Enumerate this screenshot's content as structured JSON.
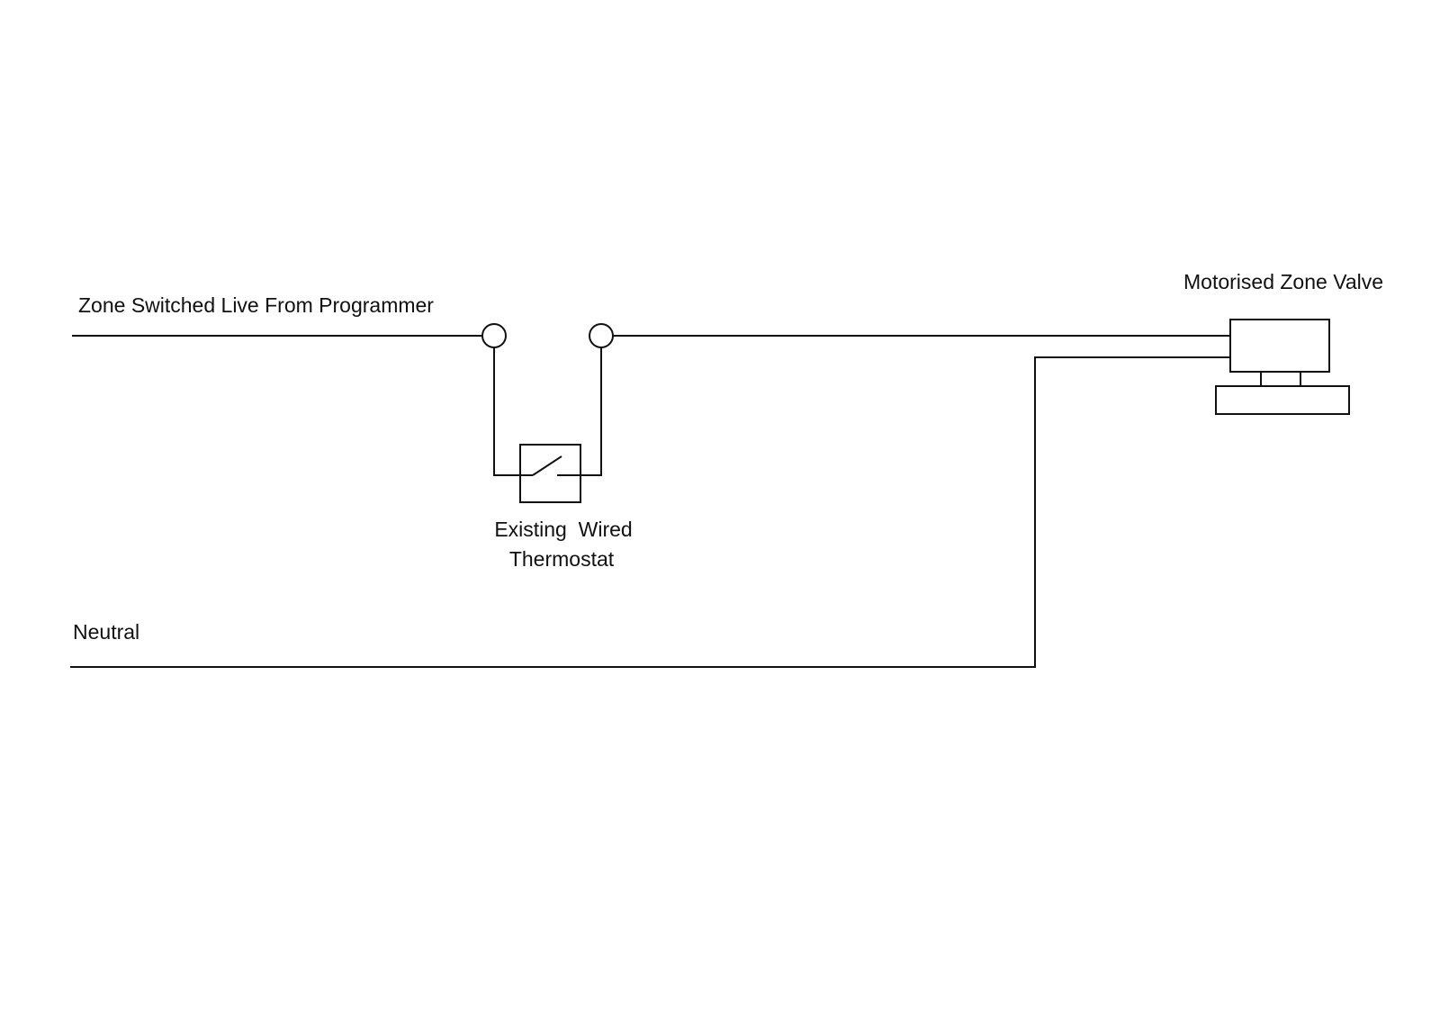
{
  "diagram": {
    "title": "Zone valve wiring with existing wired thermostat",
    "colors": {
      "line": "#111111",
      "background": "#ffffff"
    },
    "labels": {
      "live_in": "Zone Switched Live From Programmer",
      "thermostat_line1": "Existing  Wired",
      "thermostat_line2": "Thermostat",
      "valve": "Motorised Zone Valve",
      "neutral": "Neutral"
    },
    "components": [
      {
        "id": "terminal-in",
        "type": "terminal"
      },
      {
        "id": "terminal-out",
        "type": "terminal"
      },
      {
        "id": "thermostat",
        "type": "switch",
        "state": "open",
        "label": "Existing Wired Thermostat"
      },
      {
        "id": "zone-valve",
        "type": "motorised-valve",
        "label": "Motorised Zone Valve"
      }
    ],
    "connections": [
      {
        "from": "programmer-switched-live",
        "to": "terminal-in"
      },
      {
        "from": "terminal-in",
        "to": "thermostat"
      },
      {
        "from": "thermostat",
        "to": "terminal-out"
      },
      {
        "from": "terminal-out",
        "to": "zone-valve"
      },
      {
        "from": "neutral",
        "to": "zone-valve"
      }
    ]
  }
}
